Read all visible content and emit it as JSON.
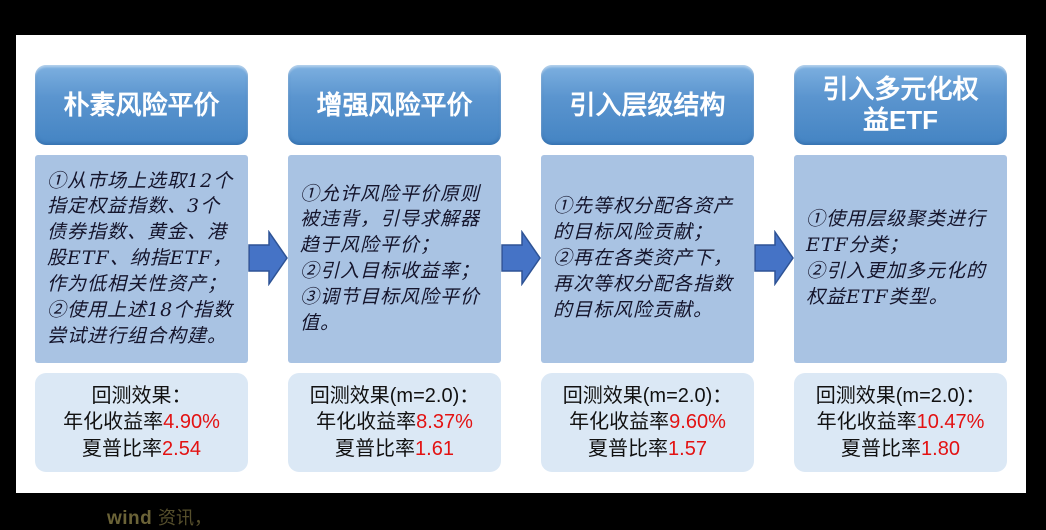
{
  "colors": {
    "header_blue_top": "#7db0e0",
    "header_blue_bottom": "#4484c3",
    "body_box_blue": "#a9c3e3",
    "result_box_blue": "#dbe8f5",
    "arrow_fill_blue": "#4573c6",
    "arrow_border_blue": "#2e5395",
    "value_red": "#e31212",
    "background_black": "#000000",
    "panel_white": "#ffffff"
  },
  "columns": [
    {
      "title": "朴素风险平价",
      "body": "①从市场上选取12个指定权益指数、3个债券指数、黄金、港股ETF、纳指ETF，作为低相关性资产；\n②使用上述18个指数尝试进行组合构建。",
      "result_title": "回测效果：",
      "annual_return_label": "年化收益率",
      "annual_return_value": "4.90%",
      "sharpe_label": "夏普比率",
      "sharpe_value": "2.54"
    },
    {
      "title": "增强风险平价",
      "body": "①允许风险平价原则被违背，引导求解器趋于风险平价；\n②引入目标收益率；\n③调节目标风险平价值。",
      "result_title": "回测效果(m=2.0)：",
      "annual_return_label": "年化收益率",
      "annual_return_value": "8.37%",
      "sharpe_label": "夏普比率",
      "sharpe_value": "1.61"
    },
    {
      "title": "引入层级结构",
      "body": "①先等权分配各资产的目标风险贡献；\n②再在各类资产下，再次等权分配各指数的目标风险贡献。",
      "result_title": "回测效果(m=2.0)：",
      "annual_return_label": "年化收益率",
      "annual_return_value": "9.60%",
      "sharpe_label": "夏普比率",
      "sharpe_value": "1.57"
    },
    {
      "title": "引入多元化权益ETF",
      "body": "①使用层级聚类进行ETF分类；\n②引入更加多元化的权益ETF类型。",
      "result_title": "回测效果(m=2.0)：",
      "annual_return_label": "年化收益率",
      "annual_return_value": "10.47%",
      "sharpe_label": "夏普比率",
      "sharpe_value": "1.80"
    }
  ],
  "footer": {
    "wind": "wind",
    "rest": " 资讯，"
  }
}
